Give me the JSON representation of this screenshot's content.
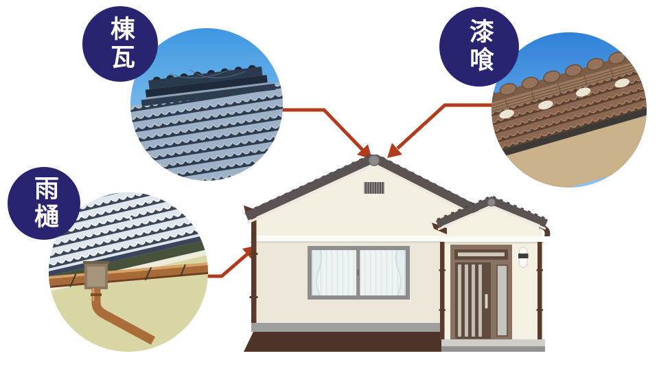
{
  "diagram": {
    "background": "#ffffff",
    "callouts": [
      {
        "label": "棟瓦"
      },
      {
        "label": "漆喰"
      },
      {
        "label": "雨樋"
      }
    ],
    "colors": {
      "label_navy": "#29246f",
      "label_text": "#ffffff",
      "arrow": "#b13b1d",
      "roof_gray": "#5b5351",
      "wall_cream": "#f1ecde",
      "trim_white": "#fcfbf5",
      "foundation_brown": "#4e3428",
      "plinth_gray": "#9f9f9d",
      "downspout_brown": "#5a3a2a",
      "door_brown": "#5f4c3f",
      "door_frame_taupe": "#8a7263",
      "sky_blue": "#3d97e1",
      "copper_gutter": "#a86a36"
    }
  }
}
